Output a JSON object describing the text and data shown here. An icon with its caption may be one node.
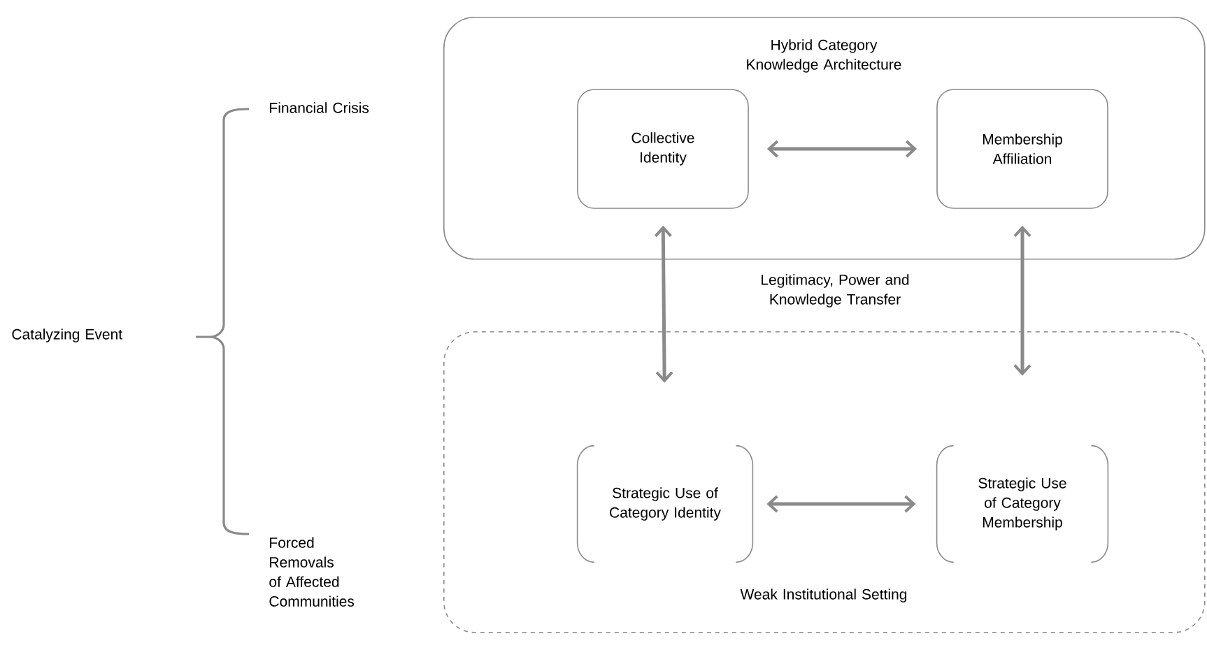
{
  "diagram": {
    "nodes": [
      {
        "text": [
          "Hybrid Category Knowledge Architecture"
        ]
      },
      {
        "text": [
          "Collective Identity"
        ],
        "in": 0
      },
      {
        "text": [
          "Membership Affiliation"
        ],
        "in": 0
      },
      {
        "text": [
          "Weak Institutional Setting"
        ]
      },
      {
        "text": [
          "Strategic Use of Category Identity"
        ],
        "in": 3
      },
      {
        "text": [
          "Strategic Use of Category Membership"
        ],
        "in": 3
      }
    ],
    "edges": [
      {
        "from": 1,
        "to": 2,
        "arrow": "both"
      },
      {
        "from": 1,
        "to": 4,
        "arrow": "both"
      },
      {
        "from": 2,
        "to": 5,
        "arrow": "both"
      },
      {
        "from": 4,
        "to": 5,
        "arrow": "both"
      }
    ],
    "labels": [
      "Financial Crisis",
      "Catalyzing Event",
      "Legitimacy, Power and Knowledge Transfer",
      "Forced Removals of Affected Communities"
    ]
  }
}
